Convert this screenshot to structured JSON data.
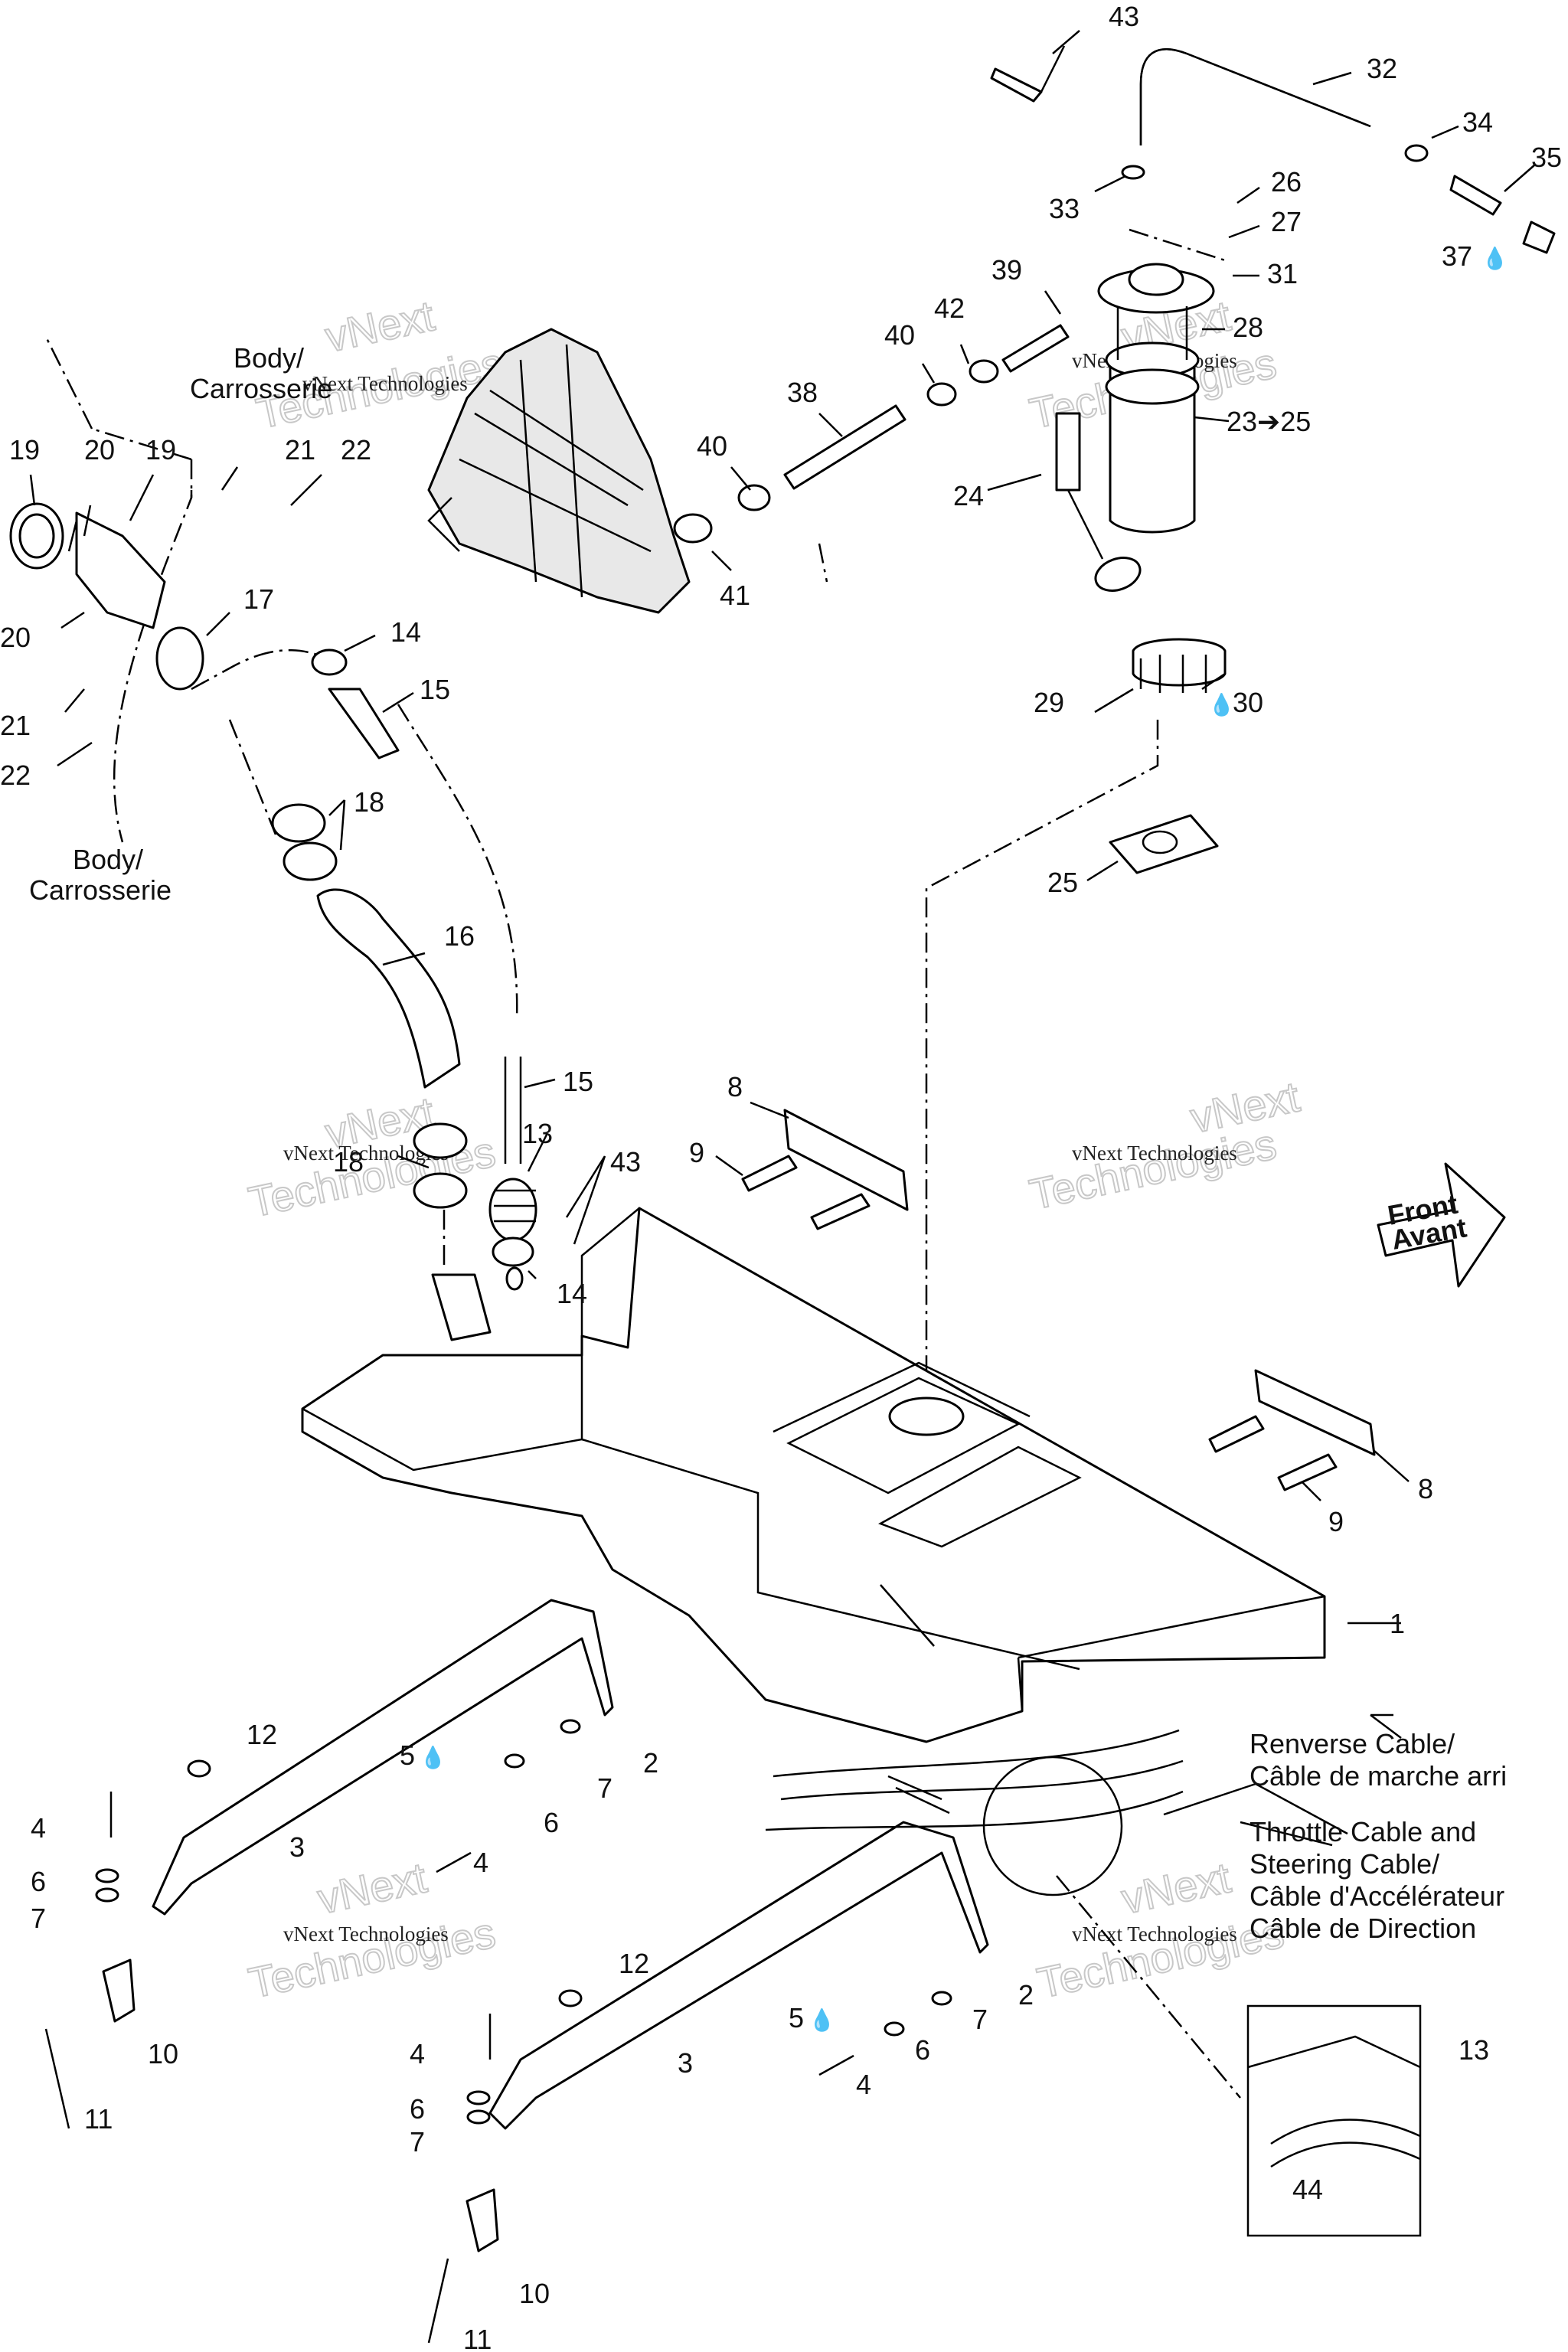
{
  "watermark": {
    "small": "vNext Technologies",
    "big_line1": "vNext",
    "big_line2": "Technologies"
  },
  "front_arrow": {
    "line1": "Front",
    "line2": "Avant"
  },
  "notes": {
    "body_top_line1": "Body/",
    "body_top_line2": "Carrosserie",
    "body_left_line1": "Body/",
    "body_left_line2": "Carrosserie",
    "reverse_line1": "Renverse Cable/",
    "reverse_line2": "Câble de marche arri",
    "throttle_line1": "Throttle Cable and",
    "throttle_line2": "Steering Cable/",
    "throttle_line3": "Câble d'Accélérateur",
    "throttle_line4": "Câble de Direction"
  },
  "callouts": {
    "n43a": "43",
    "n32": "32",
    "n34": "34",
    "n35": "35",
    "n37": "37",
    "n33": "33",
    "n26": "26",
    "n27": "27",
    "n31": "31",
    "n39": "39",
    "n42": "42",
    "n40a": "40",
    "n28": "28",
    "n38": "38",
    "n23": "23➔25",
    "n40b": "40",
    "n41": "41",
    "n24": "24",
    "n19a": "19",
    "n20a": "20",
    "n19b": "19",
    "n21a": "21",
    "n22a": "22",
    "n17": "17",
    "n14a": "14",
    "n15a": "15",
    "n20b": "20",
    "n21b": "21",
    "n22b": "22",
    "n18a": "18",
    "n16": "16",
    "n15b": "15",
    "n13a": "13",
    "n43b": "43",
    "n18b": "18",
    "n14b": "14",
    "n29": "29",
    "n30": "30",
    "n25": "25",
    "n8a": "8",
    "n9a": "9",
    "n8b": "8",
    "n9b": "9",
    "n1": "1",
    "n12a": "12",
    "n5a": "5",
    "n7a": "7",
    "n2a": "2",
    "n4a": "4",
    "n6a": "6",
    "n3a": "3",
    "n4b": "4",
    "n6b": "6",
    "n7b": "7",
    "n10a": "10",
    "n11a": "11",
    "n12b": "12",
    "n5b": "5",
    "n2b": "2",
    "n3b": "3",
    "n7c": "7",
    "n6c": "6",
    "n4c": "4",
    "n4d": "4",
    "n6d": "6",
    "n7d": "7",
    "n10b": "10",
    "n11b": "11",
    "n13b": "13",
    "n44": "44"
  }
}
